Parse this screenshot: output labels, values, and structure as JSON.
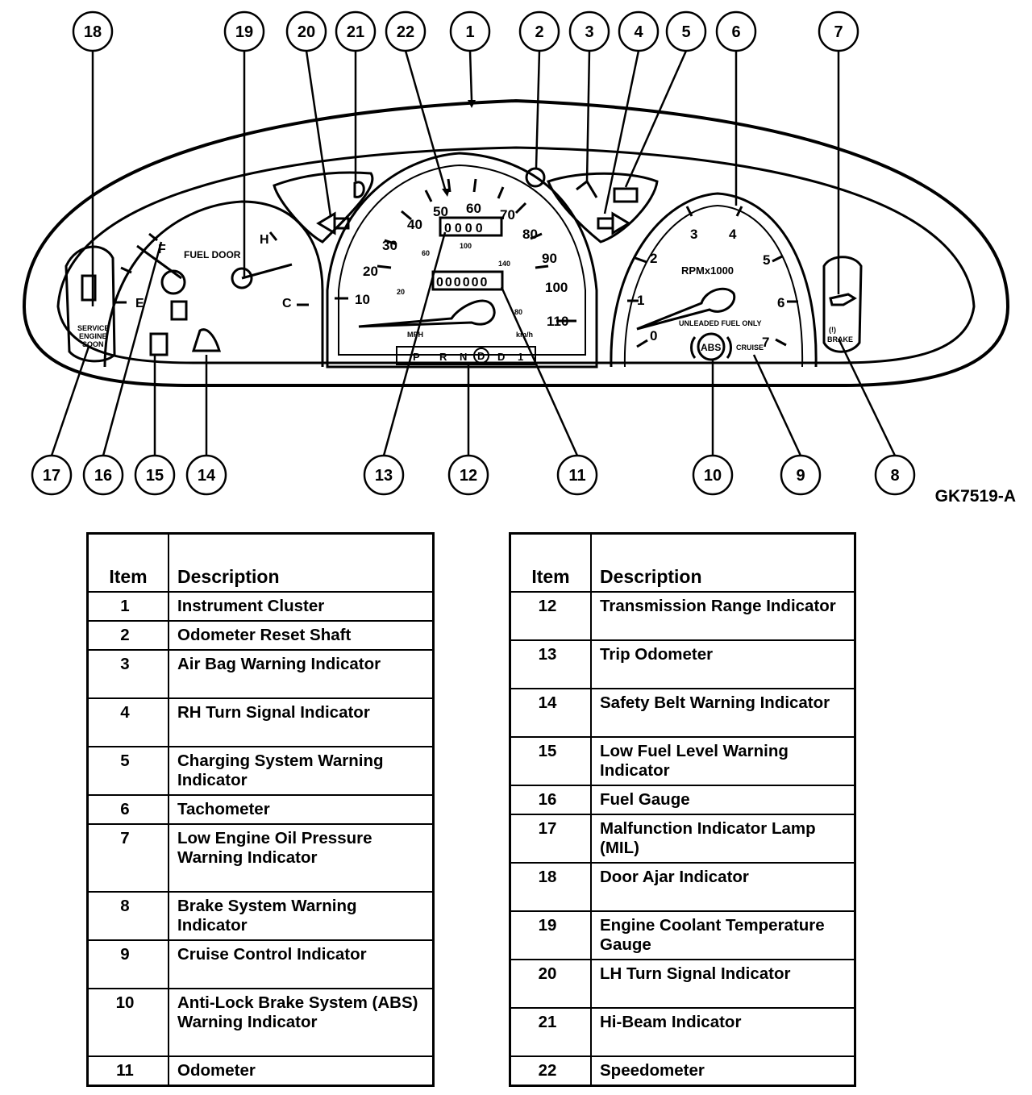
{
  "figure_code": "GK7519-A",
  "callouts": [
    "1",
    "2",
    "3",
    "4",
    "5",
    "6",
    "7",
    "8",
    "9",
    "10",
    "11",
    "12",
    "13",
    "14",
    "15",
    "16",
    "17",
    "18",
    "19",
    "20",
    "21",
    "22"
  ],
  "gauge_labels": {
    "fuel_door": "FUEL DOOR",
    "fuel_f": "F",
    "fuel_e": "E",
    "temp_h": "H",
    "temp_c": "C",
    "mil_text": [
      "SERVICE",
      "ENGINE",
      "SOON"
    ],
    "speedo_ticks": [
      "10",
      "20",
      "30",
      "40",
      "50",
      "60",
      "70",
      "80",
      "90",
      "100",
      "110"
    ],
    "speedo_kmh_ticks": [
      "20",
      "60",
      "100",
      "140",
      "80"
    ],
    "mph": "MPH",
    "kmh": "km/h",
    "trip_digits": "0000",
    "odo_digits": "000000",
    "prnd": [
      "P",
      "R",
      "N",
      "D",
      "D",
      "1"
    ],
    "tach_ticks": [
      "0",
      "1",
      "2",
      "3",
      "4",
      "5",
      "6",
      "7"
    ],
    "rpm": "RPMx1000",
    "unleaded": "UNLEADED FUEL ONLY",
    "abs": "ABS",
    "cruise": "CRUISE",
    "brake": [
      "(!)",
      "BRAKE"
    ]
  },
  "table_headers": {
    "item": "Item",
    "description": "Description"
  },
  "left_table": [
    {
      "item": "1",
      "description": "Instrument Cluster"
    },
    {
      "item": "2",
      "description": "Odometer Reset Shaft"
    },
    {
      "item": "3",
      "description": "Air Bag Warning Indicator"
    },
    {
      "item": "4",
      "description": "RH Turn Signal Indicator"
    },
    {
      "item": "5",
      "description": "Charging System Warning Indicator"
    },
    {
      "item": "6",
      "description": "Tachometer"
    },
    {
      "item": "7",
      "description": "Low Engine Oil Pressure Warning Indicator"
    },
    {
      "item": "8",
      "description": "Brake System Warning Indicator"
    },
    {
      "item": "9",
      "description": "Cruise Control Indicator"
    },
    {
      "item": "10",
      "description": "Anti-Lock Brake System (ABS) Warning Indicator"
    },
    {
      "item": "11",
      "description": "Odometer"
    }
  ],
  "right_table": [
    {
      "item": "12",
      "description": "Transmission Range Indicator"
    },
    {
      "item": "13",
      "description": "Trip Odometer"
    },
    {
      "item": "14",
      "description": "Safety Belt Warning Indicator"
    },
    {
      "item": "15",
      "description": "Low Fuel Level Warning Indicator"
    },
    {
      "item": "16",
      "description": "Fuel Gauge"
    },
    {
      "item": "17",
      "description": "Malfunction Indicator Lamp (MIL)"
    },
    {
      "item": "18",
      "description": "Door Ajar Indicator"
    },
    {
      "item": "19",
      "description": "Engine Coolant Temperature Gauge"
    },
    {
      "item": "20",
      "description": "LH Turn Signal Indicator"
    },
    {
      "item": "21",
      "description": "Hi-Beam Indicator"
    },
    {
      "item": "22",
      "description": "Speedometer"
    }
  ]
}
